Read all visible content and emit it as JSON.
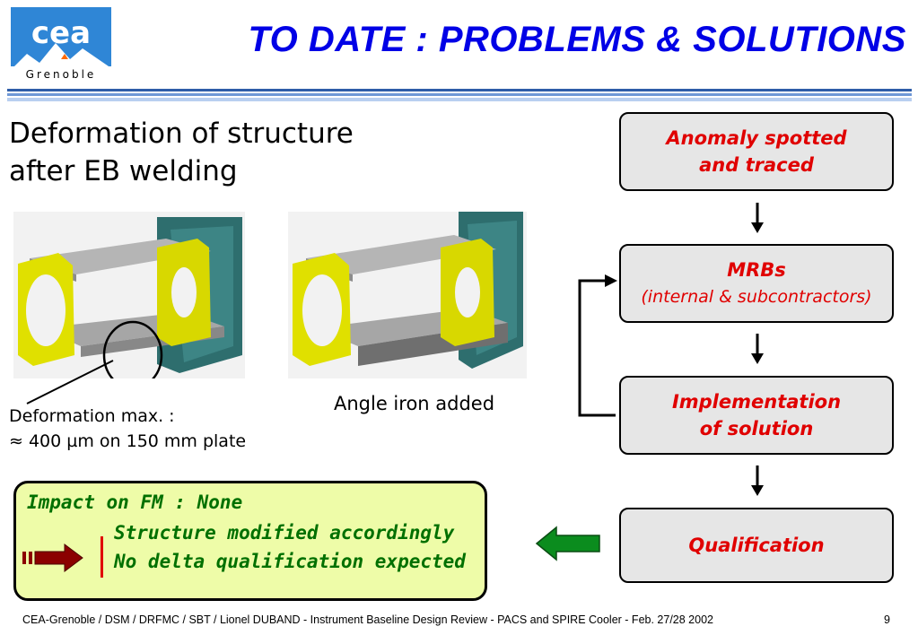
{
  "logo": {
    "text": "cea",
    "subtext": "Grenoble"
  },
  "title": "TO DATE : PROBLEMS & SOLUTIONS",
  "subtitle_line1": "Deformation of structure",
  "subtitle_line2": "after EB welding",
  "caption_left_line1": "Deformation max. :",
  "caption_left_line2": "≈ 400 µm on 150 mm plate",
  "caption_right": "Angle iron added",
  "flow": {
    "step1_line1": "Anomaly spotted",
    "step1_line2": "and traced",
    "step2_line1": "MRBs",
    "step2_line2": "(internal & subcontractors)",
    "step3_line1": "Implementation",
    "step3_line2": "of solution",
    "step4": "Qualification"
  },
  "impact": {
    "title": "Impact on FM : None",
    "line1": "Structure modified accordingly",
    "line2": "No delta qualification expected"
  },
  "footer": "CEA-Grenoble / DSM / DRFMC / SBT / Lionel DUBAND - Instrument Baseline Design Review - PACS and SPIRE Cooler - Feb. 27/28 2002",
  "page_number": "9",
  "colors": {
    "title": "#0000e6",
    "flow_text": "#e00000",
    "impact_text": "#007000",
    "impact_bg": "#eefca8"
  }
}
